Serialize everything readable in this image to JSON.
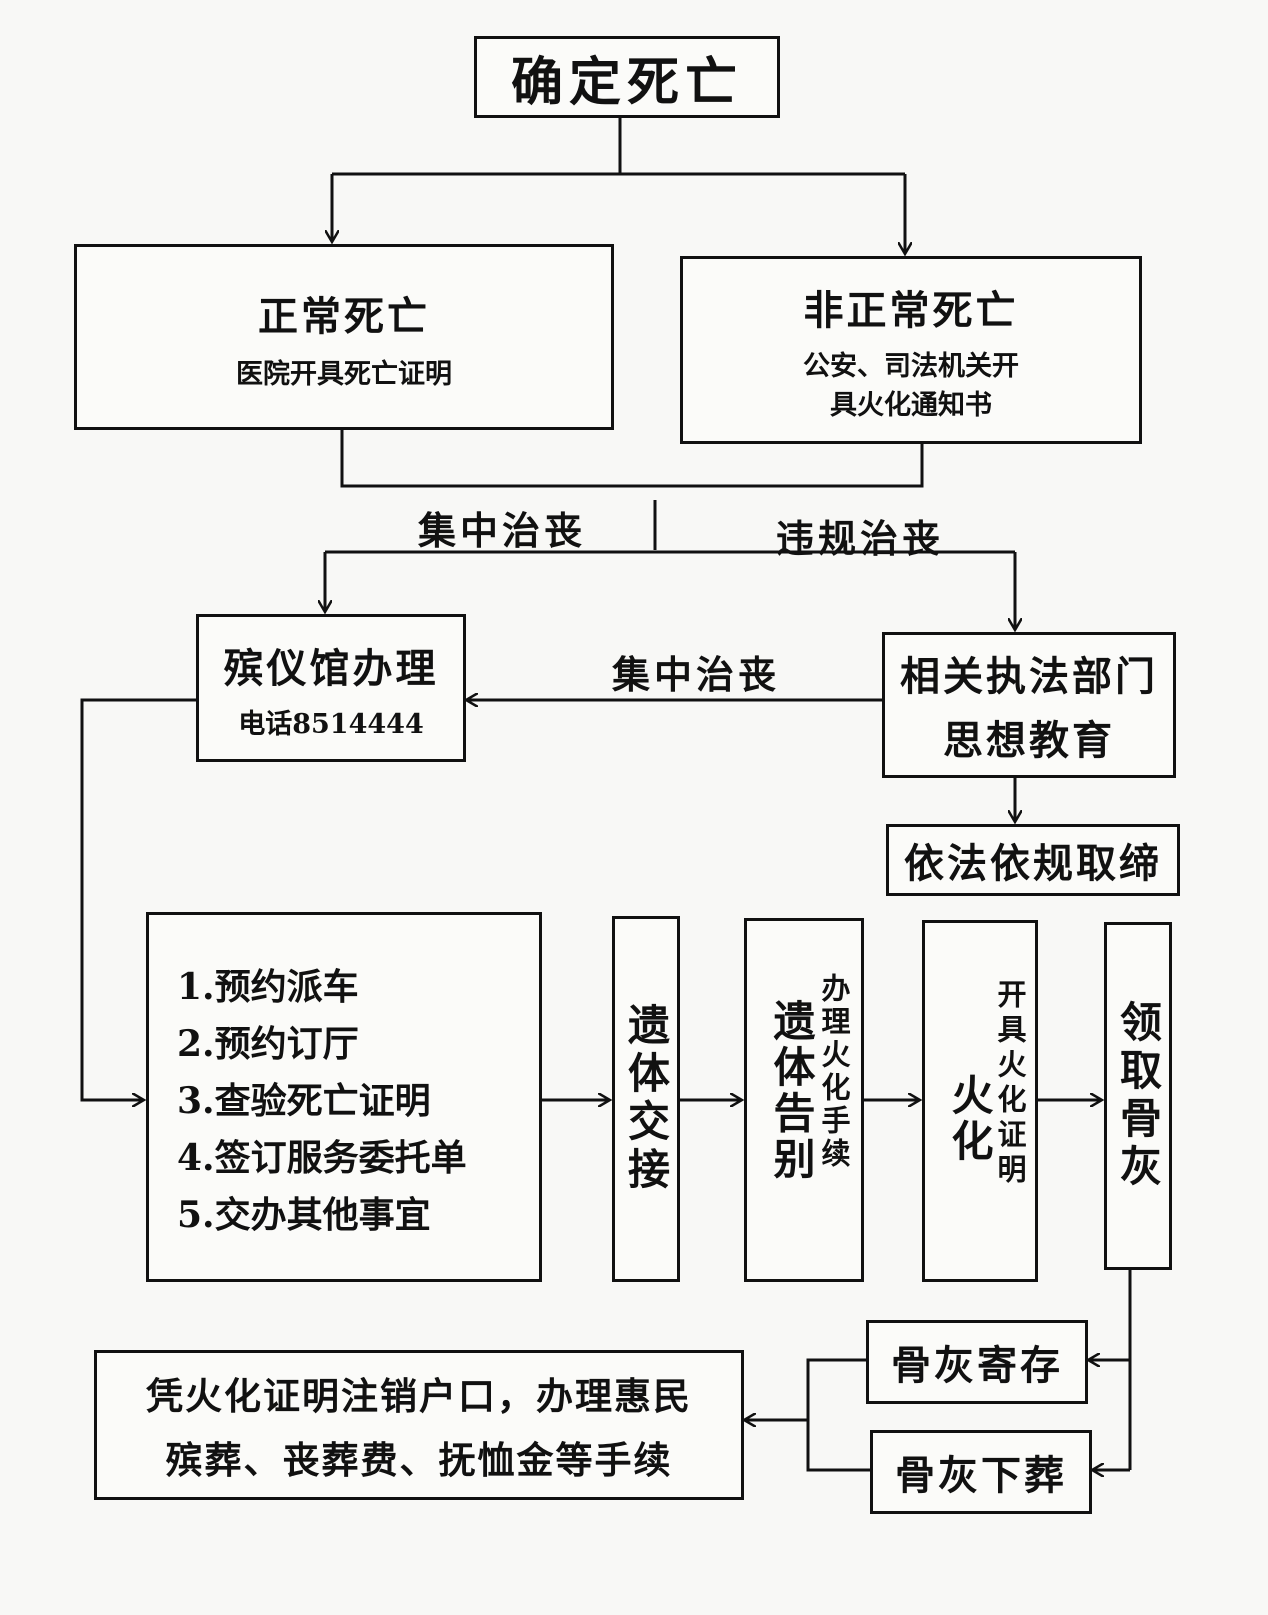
{
  "confirm_death": "确定死亡",
  "normal_death": {
    "title": "正常死亡",
    "note": "医院开具死亡证明"
  },
  "abnormal_death": {
    "title": "非正常死亡",
    "note_line1": "公安、司法机关开",
    "note_line2": "具火化通知书"
  },
  "branch_labels": {
    "centralized": "集中治丧",
    "violation": "违规治丧"
  },
  "funeral_home": {
    "title": "殡仪馆办理",
    "phone": "电话8514444"
  },
  "arrow_label_centralized": "集中治丧",
  "law_enforcement": {
    "line1": "相关执法部门",
    "line2": "思想教育"
  },
  "ban": "依法依规取缔",
  "steps": [
    "1.预约派车",
    "2.预约订厅",
    "3.查验死亡证明",
    "4.签订服务委托单",
    "5.交办其他事宜"
  ],
  "body_handover": "遗体交接",
  "farewell": {
    "main": "遗体告别",
    "side": "办理火化手续"
  },
  "cremation": {
    "main": "火化",
    "side": "开具火化证明"
  },
  "collect_ashes": "领取骨灰",
  "ash_storage": "骨灰寄存",
  "ash_burial": "骨灰下葬",
  "final_step": {
    "line1": "凭火化证明注销户口，办理惠民",
    "line2": "殡葬、丧葬费、抚恤金等手续"
  }
}
